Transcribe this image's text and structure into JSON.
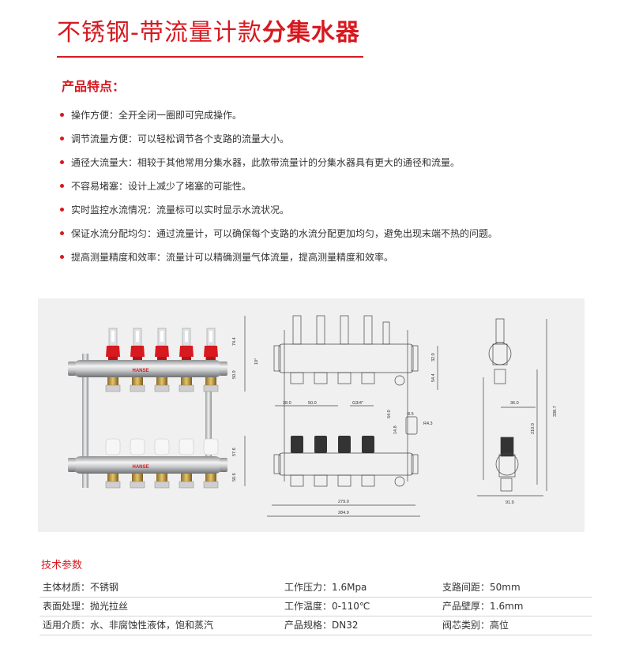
{
  "header": {
    "title_normal": "不锈钢-带流量计款",
    "title_bold": "分集水器"
  },
  "features": {
    "heading": "产品特点：",
    "items": [
      "操作方便：全开全闭一圈即可完成操作。",
      "调节流量方便：可以轻松调节各个支路的流量大小。",
      "通径大流量大：相较于其他常用分集水器，此款带流量计的分集水器具有更大的通径和流量。",
      "不容易堵塞：设计上减少了堵塞的可能性。",
      "实时监控水流情况：流量标可以实时显示水流状况。",
      "保证水流分配均匀：通过流量计，可以确保每个支路的水流分配更加均匀，避免出现末端不热的问题。",
      "提高测量精度和效率：流量计可以精确测量气体流量，提高测量精度和效率。"
    ]
  },
  "drawing": {
    "brand": "HANSE",
    "dims_front": [
      "74.4",
      "50.9",
      "10°",
      "57.6",
      "50.6",
      "38.0",
      "50.0",
      "G3/4\"",
      "54.0",
      "14.8",
      "8.5",
      "R4.3",
      "32.0",
      "54.4",
      "279.0",
      "284.9"
    ],
    "dims_side": [
      "36.0",
      "210.0",
      "338.7",
      "91.9"
    ]
  },
  "specs": {
    "heading": "技术参数",
    "rows": [
      [
        "主体材质：不锈钢",
        "工作压力：1.6Mpa",
        "支路间距：50mm"
      ],
      [
        "表面处理：抛光拉丝",
        "工作温度：0-110℃",
        "产品壁厚：1.6mm"
      ],
      [
        "适用介质：水、非腐蚀性液体，饱和蒸汽",
        "产品规格：DN32",
        "阀芯类别：高位"
      ]
    ]
  },
  "colors": {
    "accent": "#d71920",
    "drawing_bg": "#f0f0f0"
  }
}
